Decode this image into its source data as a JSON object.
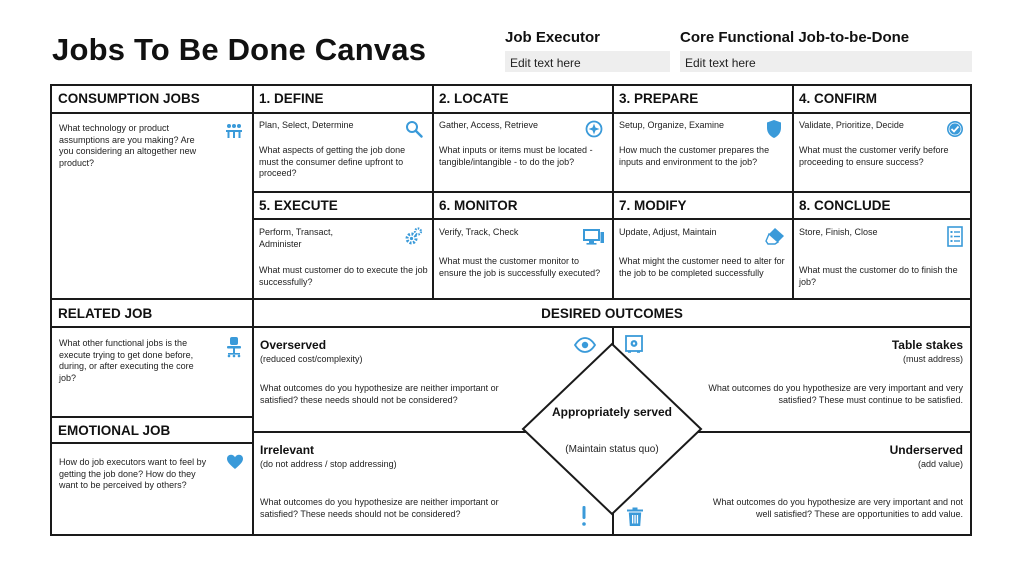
{
  "title": "Jobs To Be Done Canvas",
  "header": {
    "job_executor_label": "Job Executor",
    "job_executor_value": "Edit text here",
    "core_job_label": "Core Functional Job-to-be-Done",
    "core_job_value": "Edit text here"
  },
  "consumption": {
    "title": "CONSUMPTION JOBS",
    "text": "What technology or product assumptions are you making? Are you considering an altogether new product?"
  },
  "steps": [
    {
      "title": "1. DEFINE",
      "verbs": "Plan, Select, Determine",
      "question": "What aspects of getting the job done must the consumer define upfront to proceed?"
    },
    {
      "title": "2. LOCATE",
      "verbs": "Gather, Access, Retrieve",
      "question": "What inputs or items must be located - tangible/intangible - to do the job?"
    },
    {
      "title": "3. PREPARE",
      "verbs": "Setup, Organize, Examine",
      "question": "How much the customer prepares the inputs and environment to the job?"
    },
    {
      "title": "4. CONFIRM",
      "verbs": "Validate, Prioritize, Decide",
      "question": "What must the customer verify before proceeding to ensure success?"
    },
    {
      "title": "5. EXECUTE",
      "verbs": "Perform, Transact, Administer",
      "question": "What must customer do to execute the job successfully?"
    },
    {
      "title": "6. MONITOR",
      "verbs": "Verify, Track, Check",
      "question": "What must the customer monitor to ensure the job is successfully executed?"
    },
    {
      "title": "7. MODIFY",
      "verbs": "Update, Adjust, Maintain",
      "question": "What might the customer need to alter for the job to be completed successfully"
    },
    {
      "title": "8. CONCLUDE",
      "verbs": "Store, Finish, Close",
      "question": "What must the customer do to finish the job?"
    }
  ],
  "related": {
    "title": "RELATED JOB",
    "text": "What other functional jobs is the execute trying to get done before, during, or after executing the core job?"
  },
  "emotional": {
    "title": "EMOTIONAL JOB",
    "text": "How do job executors want to feel by getting the job done? How do they want to be perceived by others?"
  },
  "outcomes": {
    "title": "DESIRED OUTCOMES",
    "overserved": {
      "title": "Overserved",
      "sub": "(reduced cost/complexity)",
      "text": "What outcomes do you hypothesize are neither important or satisfied? these needs should not be considered?"
    },
    "table_stakes": {
      "title": "Table stakes",
      "sub": "(must address)",
      "text": "What outcomes do you hypothesize are very important and very satisfied? These must continue to be satisfied."
    },
    "irrelevant": {
      "title": "Irrelevant",
      "sub": "(do not address / stop addressing)",
      "text": "What outcomes do you hypothesize are neither important or satisfied? These needs should not be considered?"
    },
    "underserved": {
      "title": "Underserved",
      "sub": "(add value)",
      "text": "What outcomes do you hypothesize are very important and not well satisfied? These are opportunities to add value."
    },
    "center_title": "Appropriately served",
    "center_sub": "(Maintain status quo)"
  },
  "colors": {
    "accent": "#3a9ad9",
    "border": "#1a1a1a",
    "field": "#eeeeee"
  },
  "icons": [
    "team-icon",
    "search-icon",
    "compass-icon",
    "shield-icon",
    "check-badge-icon",
    "gears-icon",
    "monitor-icon",
    "eraser-icon",
    "checklist-icon",
    "chair-icon",
    "heart-icon",
    "eye-icon",
    "safe-icon",
    "exclamation-icon",
    "trash-icon"
  ]
}
